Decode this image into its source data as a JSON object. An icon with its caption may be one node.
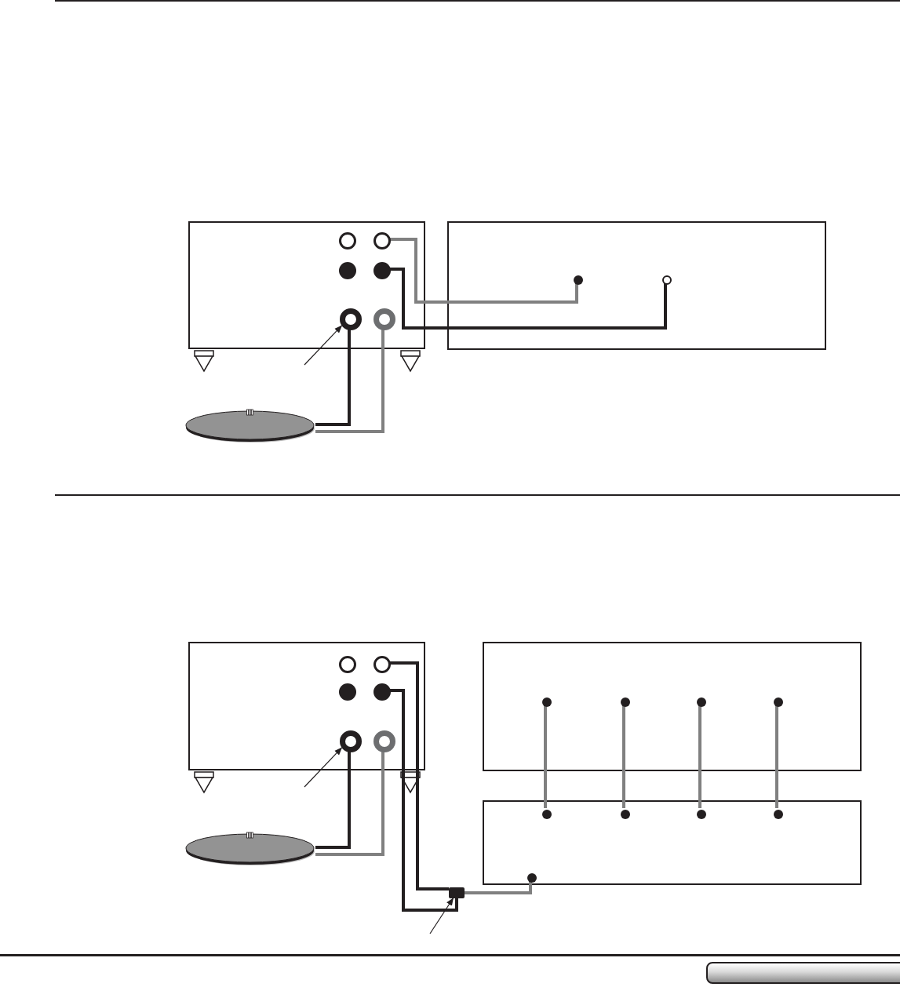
{
  "diagram": {
    "nodes": [
      {
        "text": [],
        "shape": "box"
      },
      {
        "text": [],
        "shape": "circle",
        "in": 0
      },
      {
        "text": [],
        "shape": "circle",
        "in": 0
      },
      {
        "text": [],
        "shape": "circle",
        "in": 0
      },
      {
        "text": [],
        "shape": "circle",
        "in": 0
      },
      {
        "text": [],
        "shape": "circle",
        "in": 0
      },
      {
        "text": [],
        "shape": "circle",
        "in": 0
      },
      {
        "text": [],
        "shape": "box"
      },
      {
        "text": [],
        "shape": "circle",
        "in": 7
      },
      {
        "text": [],
        "shape": "circle",
        "in": 7
      },
      {
        "text": [],
        "shape": "disc"
      },
      {
        "text": [],
        "shape": "box"
      },
      {
        "text": [],
        "shape": "circle",
        "in": 11
      },
      {
        "text": [],
        "shape": "circle",
        "in": 11
      },
      {
        "text": [],
        "shape": "circle",
        "in": 11
      },
      {
        "text": [],
        "shape": "circle",
        "in": 11
      },
      {
        "text": [],
        "shape": "circle",
        "in": 11
      },
      {
        "text": [],
        "shape": "circle",
        "in": 11
      },
      {
        "text": [],
        "shape": "box"
      },
      {
        "text": [],
        "shape": "circle",
        "in": 18
      },
      {
        "text": [],
        "shape": "circle",
        "in": 18
      },
      {
        "text": [],
        "shape": "circle",
        "in": 18
      },
      {
        "text": [],
        "shape": "circle",
        "in": 18
      },
      {
        "text": [],
        "shape": "box"
      },
      {
        "text": [],
        "shape": "circle",
        "in": 23
      },
      {
        "text": [],
        "shape": "circle",
        "in": 23
      },
      {
        "text": [],
        "shape": "circle",
        "in": 23
      },
      {
        "text": [],
        "shape": "circle",
        "in": 23
      },
      {
        "text": [],
        "shape": "circle",
        "in": 23
      },
      {
        "text": [],
        "shape": "disc"
      },
      {
        "text": [],
        "shape": "plug"
      }
    ],
    "edges": [
      {
        "from": 2,
        "to": 8,
        "arrow": "none"
      },
      {
        "from": 4,
        "to": 9,
        "arrow": "none",
        "color": "#231f20"
      },
      {
        "from": 10,
        "to": 5,
        "arrow": "none",
        "color": "#231f20"
      },
      {
        "from": 10,
        "to": 6,
        "arrow": "none"
      },
      {
        "from": null,
        "to": 5,
        "arrow": "to",
        "color": "#231f20"
      },
      {
        "from": 13,
        "to": 30,
        "arrow": "none",
        "color": "#231f20"
      },
      {
        "from": 15,
        "to": 30,
        "arrow": "none",
        "color": "#231f20"
      },
      {
        "from": 30,
        "to": 28,
        "arrow": "none"
      },
      {
        "from": 19,
        "to": 24,
        "arrow": "none"
      },
      {
        "from": 20,
        "to": 25,
        "arrow": "none"
      },
      {
        "from": 21,
        "to": 26,
        "arrow": "none"
      },
      {
        "from": 22,
        "to": 27,
        "arrow": "none"
      },
      {
        "from": 29,
        "to": 16,
        "arrow": "none",
        "color": "#231f20"
      },
      {
        "from": 29,
        "to": 17,
        "arrow": "none"
      },
      {
        "from": null,
        "to": 16,
        "arrow": "to",
        "color": "#231f20"
      },
      {
        "from": null,
        "to": 30,
        "arrow": "to",
        "color": "#231f20"
      }
    ]
  }
}
